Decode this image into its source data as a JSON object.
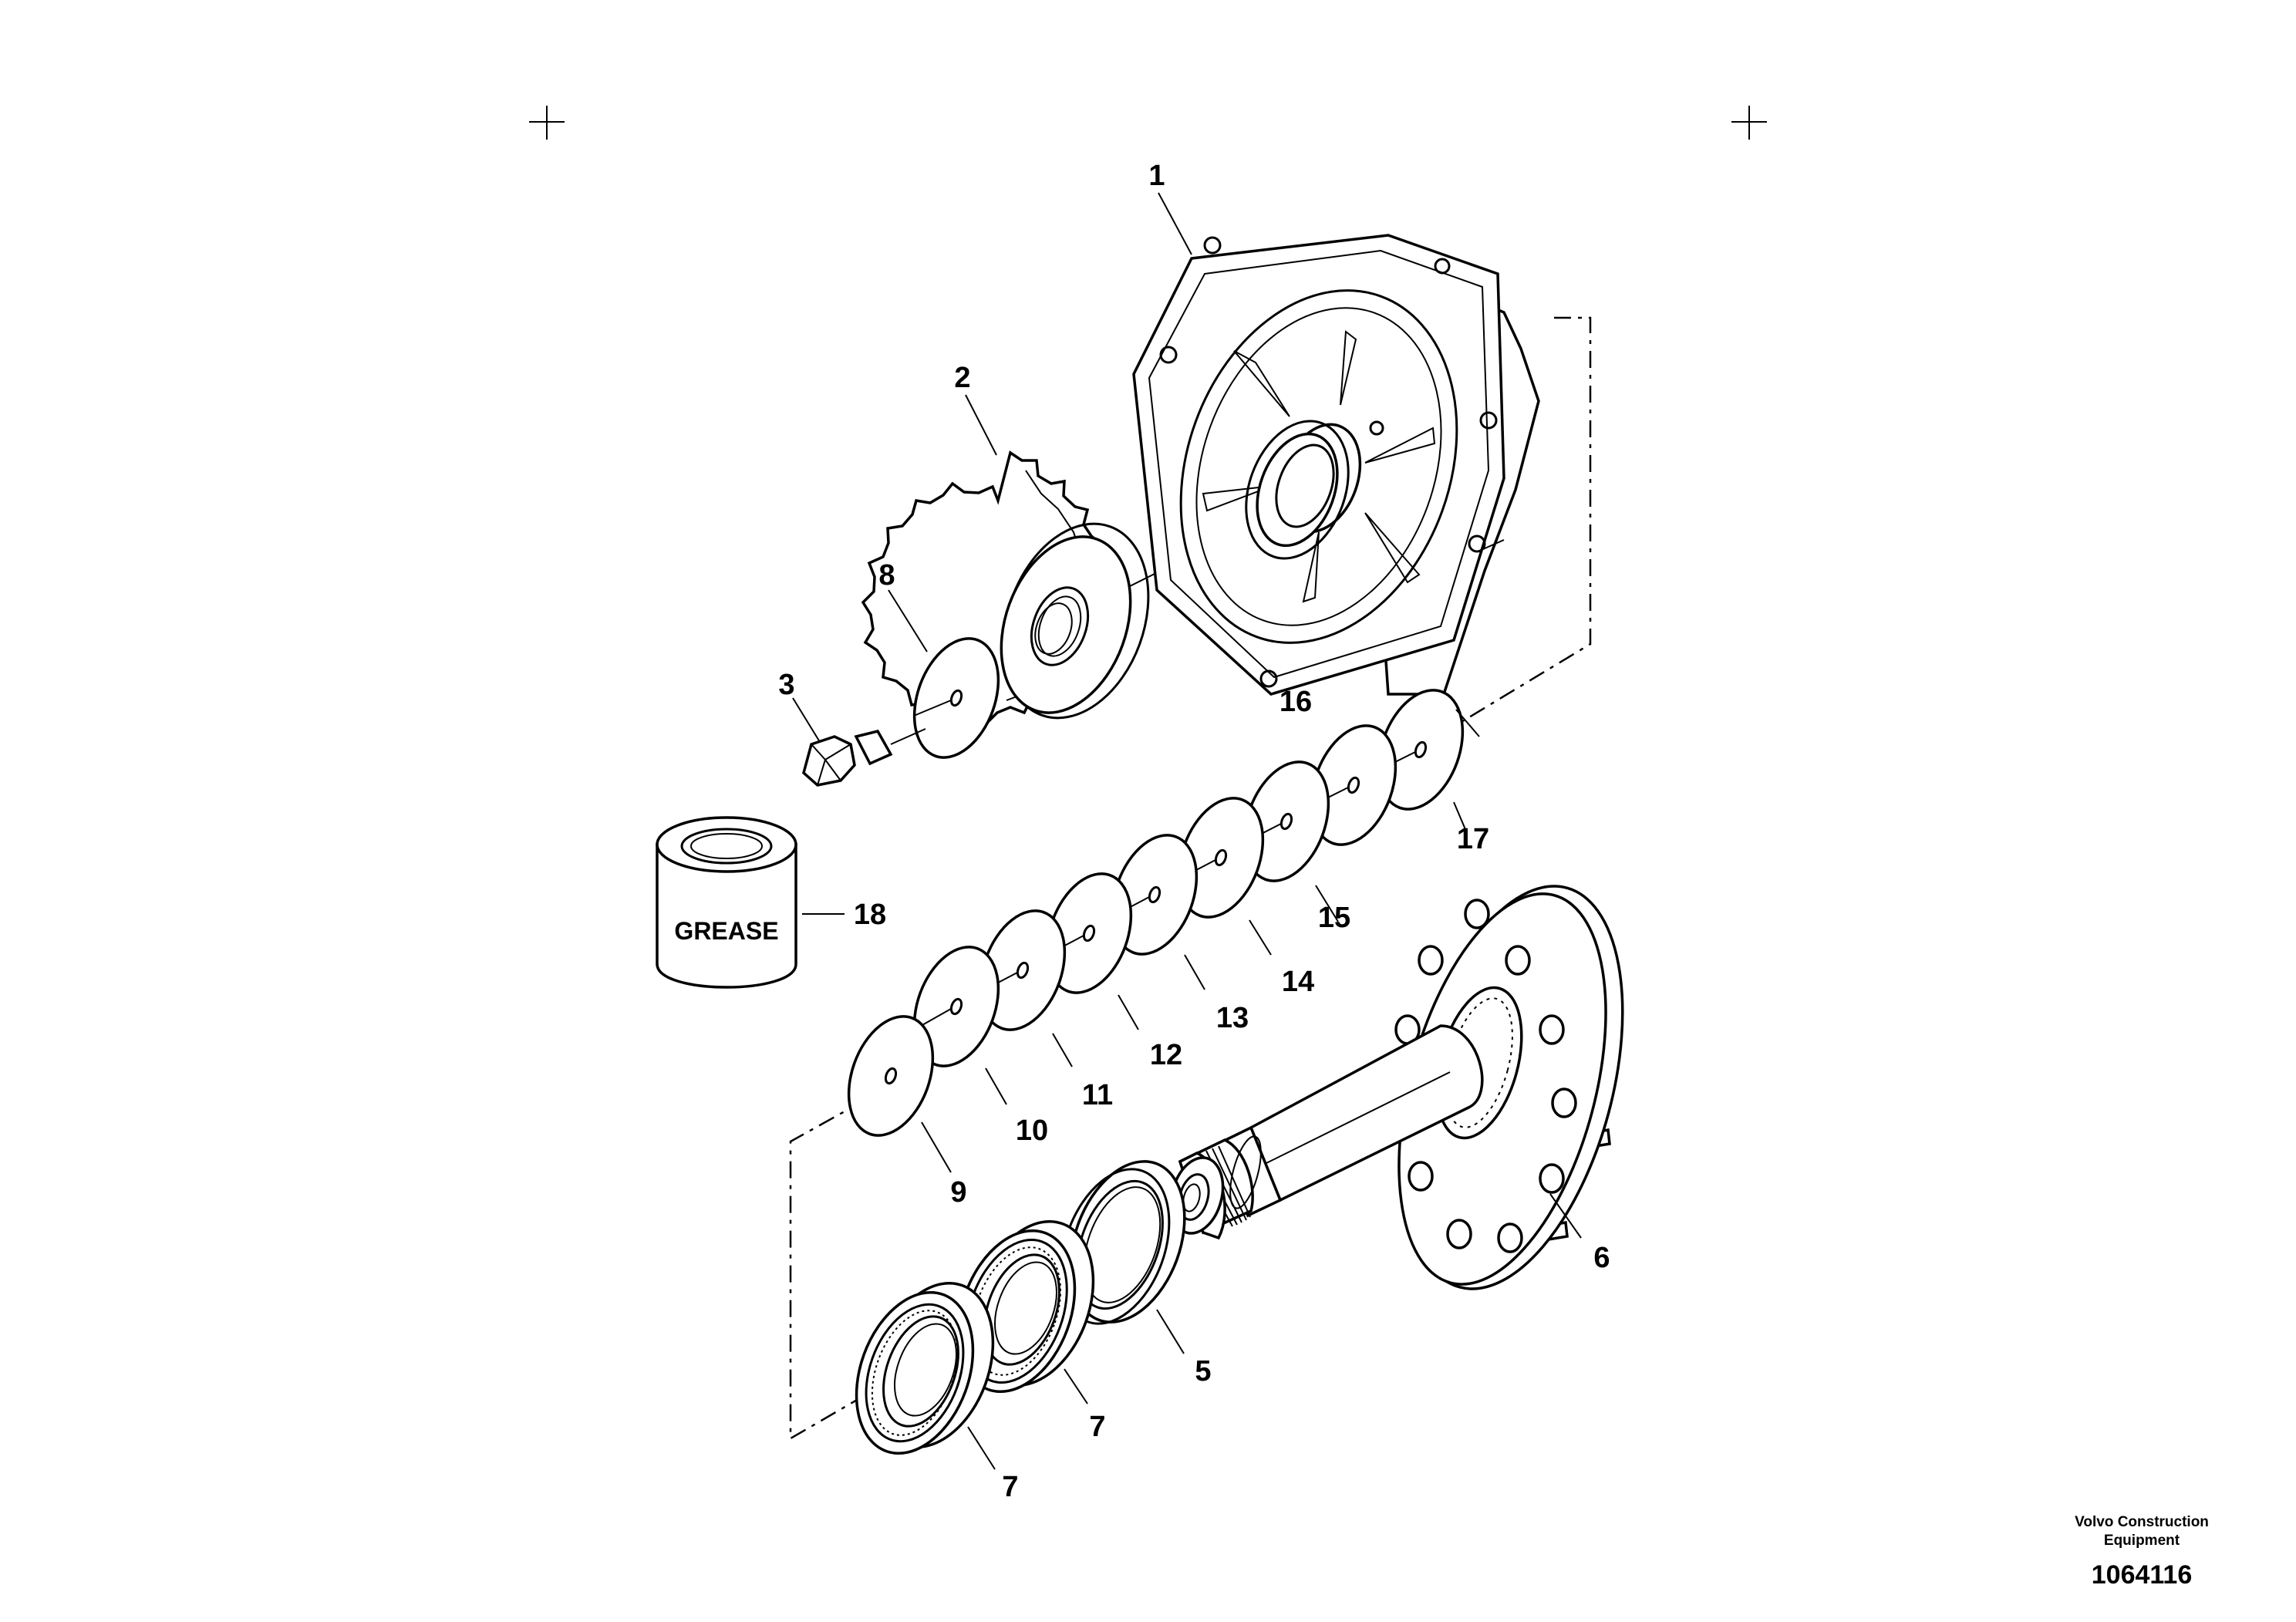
{
  "callouts": {
    "c1": "1",
    "c2": "2",
    "c3": "3",
    "c5": "5",
    "c6": "6",
    "c7a": "7",
    "c7b": "7",
    "c8": "8",
    "c9": "9",
    "c10": "10",
    "c11": "11",
    "c12": "12",
    "c13": "13",
    "c14": "14",
    "c15": "15",
    "c16": "16",
    "c17": "17",
    "c18": "18"
  },
  "grease_label": "GREASE",
  "publisher": {
    "line1": "Volvo Construction",
    "line2": "Equipment"
  },
  "figure_number": "1064116"
}
